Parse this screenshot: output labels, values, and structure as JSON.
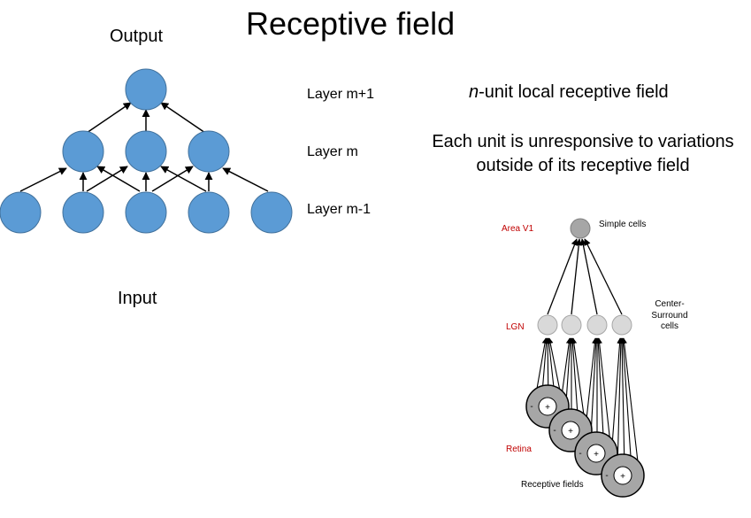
{
  "title": "Receptive field",
  "left_diagram": {
    "output_label": "Output",
    "input_label": "Input",
    "layers": [
      "Layer m+1",
      "Layer m",
      "Layer m-1"
    ],
    "node_color": "#5b9bd5"
  },
  "right_text": {
    "heading_italic": "n",
    "heading_rest": "-unit local receptive field",
    "description": "Each unit is unresponsive to variations outside of its receptive field"
  },
  "bio_diagram": {
    "area_v1": "Area V1",
    "simple_cells": "Simple cells",
    "lgn": "LGN",
    "center_surround": [
      "Center-",
      "Surround",
      "cells"
    ],
    "retina": "Retina",
    "receptive_fields": "Receptive fields",
    "minus_sign": "-",
    "plus_sign": "+",
    "label_color": "#c00000"
  }
}
